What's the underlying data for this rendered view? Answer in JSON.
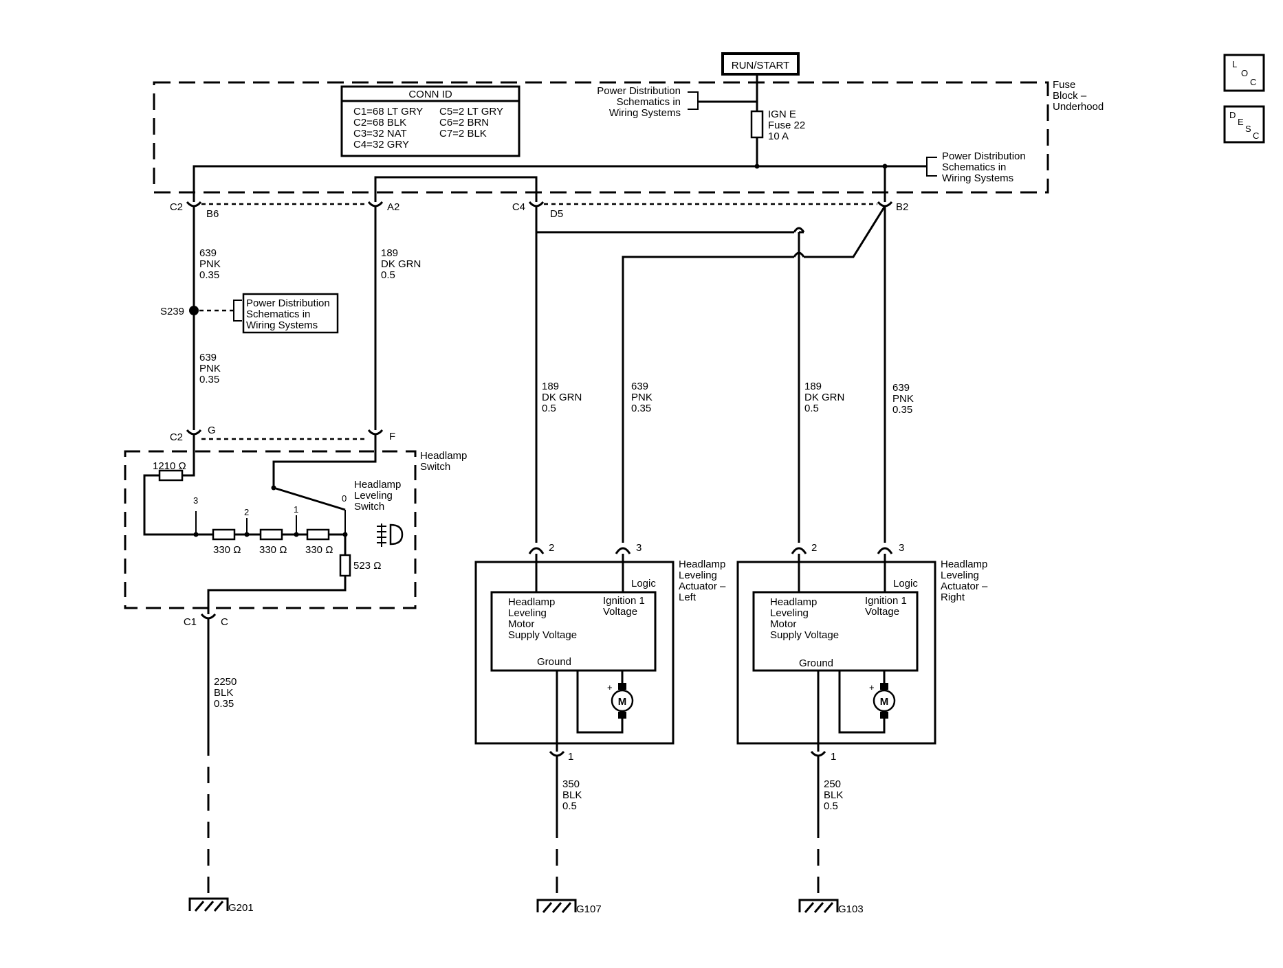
{
  "run_start": "RUN/START",
  "fuse_block": [
    "Fuse",
    "Block –",
    "Underhood"
  ],
  "pds_lines": [
    "Power Distribution",
    "Schematics in",
    "Wiring Systems"
  ],
  "conn_id": {
    "title": "CONN ID",
    "left": [
      "C1=68 LT GRY",
      "C2=68 BLK",
      "C3=32 NAT",
      "C4=32 GRY"
    ],
    "right": [
      "C5=2 LT GRY",
      "C6=2 BRN",
      "C7=2 BLK"
    ]
  },
  "fuse": [
    "IGN E",
    "Fuse 22",
    "10 A"
  ],
  "connectors": {
    "c2": "C2",
    "b6": "B6",
    "a2": "A2",
    "c4": "C4",
    "d5": "D5",
    "b2": "B2",
    "c2b": "C2",
    "g": "G",
    "f": "F",
    "c1": "C1",
    "c": "C",
    "p2l": "2",
    "p3l": "3",
    "p1l": "1",
    "p2r": "2",
    "p3r": "3",
    "p1r": "1"
  },
  "splice": "S239",
  "wires": {
    "pnk_top": [
      "639",
      "PNK",
      "0.35"
    ],
    "grn_top": [
      "189",
      "DK GRN",
      "0.5"
    ],
    "pnk_mid": [
      "639",
      "PNK",
      "0.35"
    ],
    "grn_left": [
      "189",
      "DK GRN",
      "0.5"
    ],
    "pnk_left": [
      "639",
      "PNK",
      "0.35"
    ],
    "grn_right": [
      "189",
      "DK GRN",
      "0.5"
    ],
    "pnk_right": [
      "639",
      "PNK",
      "0.35"
    ],
    "blk_switch": [
      "2250",
      "BLK",
      "0.35"
    ],
    "blk_left": [
      "350",
      "BLK",
      "0.5"
    ],
    "blk_right": [
      "250",
      "BLK",
      "0.5"
    ]
  },
  "headlamp_switch": [
    "Headlamp",
    "Switch"
  ],
  "leveling_switch": [
    "Headlamp",
    "Leveling",
    "Switch"
  ],
  "resistors": {
    "r1210": "1210 Ω",
    "r330a": "330 Ω",
    "r330b": "330 Ω",
    "r330c": "330 Ω",
    "r523": "523 Ω"
  },
  "positions": {
    "p3": "3",
    "p2": "2",
    "p1": "1",
    "p0": "0"
  },
  "actuator_left": [
    "Headlamp",
    "Leveling",
    "Actuator –",
    "Left"
  ],
  "actuator_right": [
    "Headlamp",
    "Leveling",
    "Actuator –",
    "Right"
  ],
  "module": {
    "logic": "Logic",
    "motor_supply": [
      "Headlamp",
      "Leveling",
      "Motor",
      "Supply Voltage"
    ],
    "ign_voltage": [
      "Ignition 1",
      "Voltage"
    ],
    "ground": "Ground",
    "motor": "M",
    "plus": "+"
  },
  "grounds": {
    "g201": "G201",
    "g107": "G107",
    "g103": "G103"
  },
  "side_icons": {
    "loc": [
      "L",
      "O",
      "C"
    ],
    "desc": [
      "D",
      "E",
      "S",
      "C"
    ]
  }
}
